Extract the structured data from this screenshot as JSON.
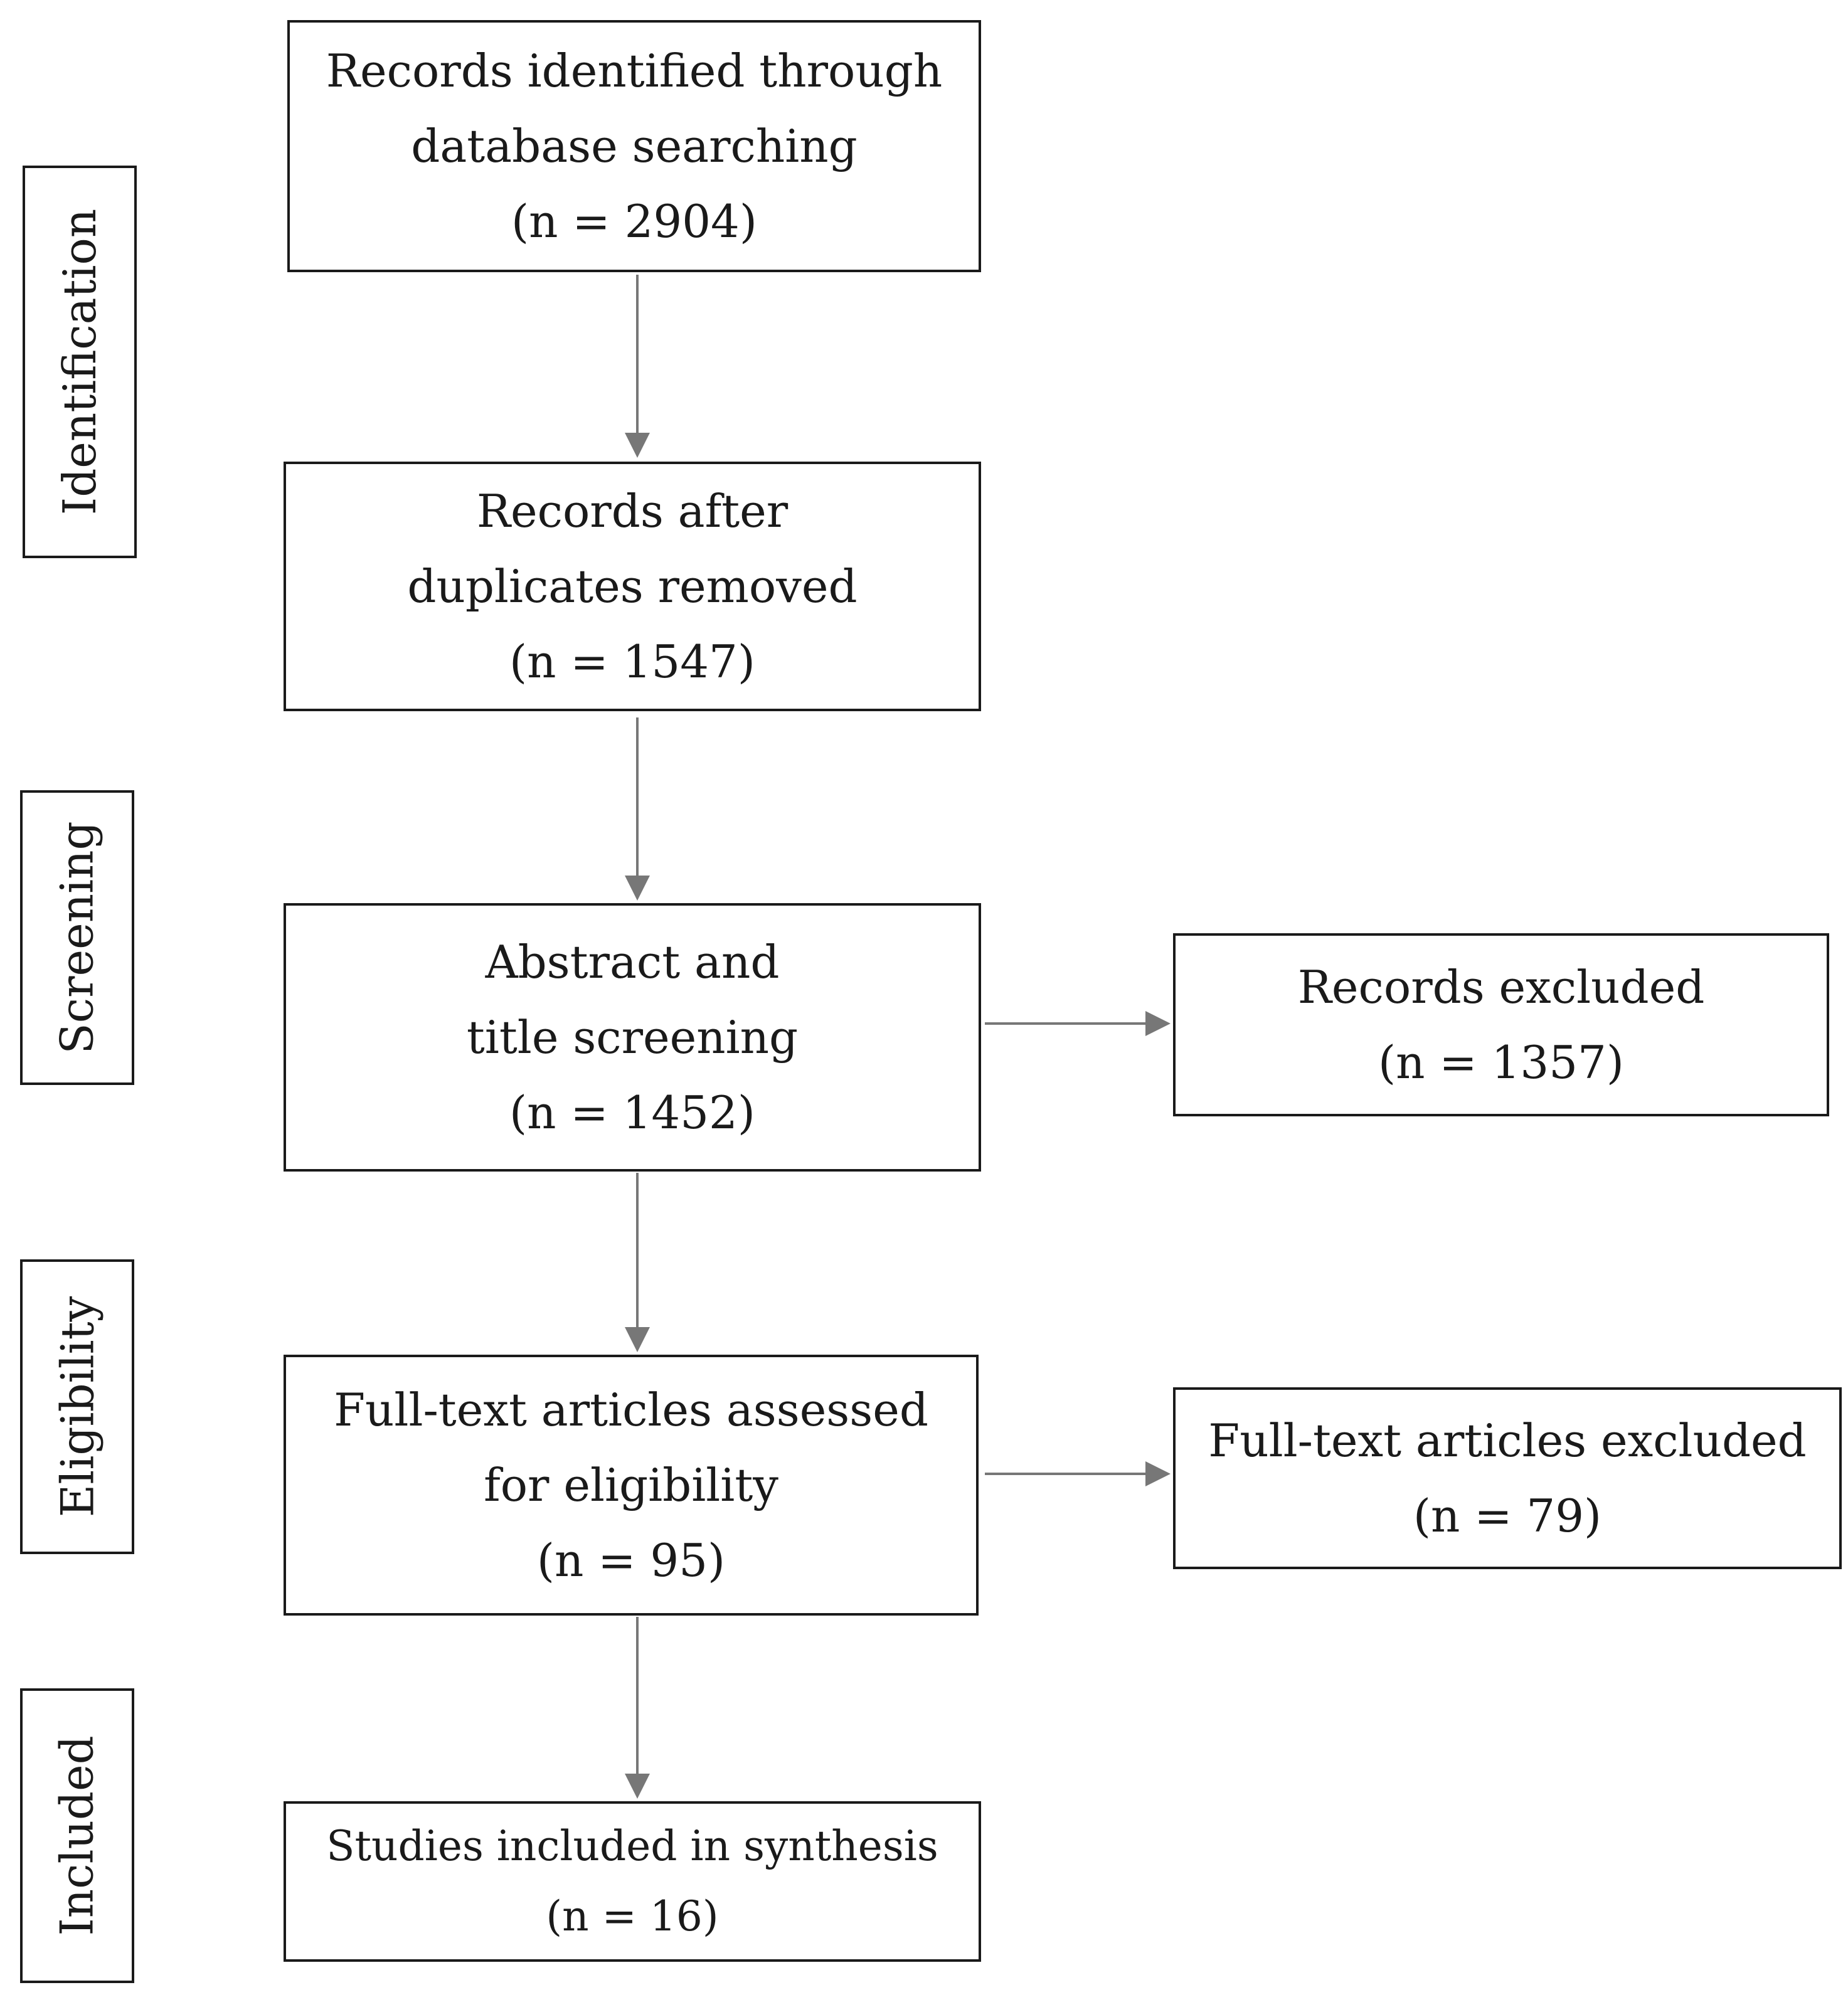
{
  "stages": {
    "identification": "Identification",
    "screening": "Screening",
    "eligibility": "Eligibility",
    "included": "Included"
  },
  "boxes": {
    "identified": {
      "line1": "Records identified through",
      "line2": "database searching",
      "count": "(n = 2904)"
    },
    "duplicates_removed": {
      "line1": "Records after",
      "line2": "duplicates removed",
      "count": "(n = 1547)"
    },
    "screening": {
      "line1": "Abstract and",
      "line2": "title screening",
      "count": "(n = 1452)"
    },
    "records_excluded": {
      "line1": "Records excluded",
      "count": "(n = 1357)"
    },
    "full_text_assessed": {
      "line1": "Full-text articles assessed",
      "line2": "for eligibility",
      "count": "(n = 95)"
    },
    "full_text_excluded": {
      "line1": "Full-text articles excluded",
      "count": "(n = 79)"
    },
    "included": {
      "line1": "Studies included in synthesis",
      "count": "(n = 16)"
    }
  },
  "colors": {
    "border": "#1a1a1a",
    "arrow": "#777777"
  }
}
